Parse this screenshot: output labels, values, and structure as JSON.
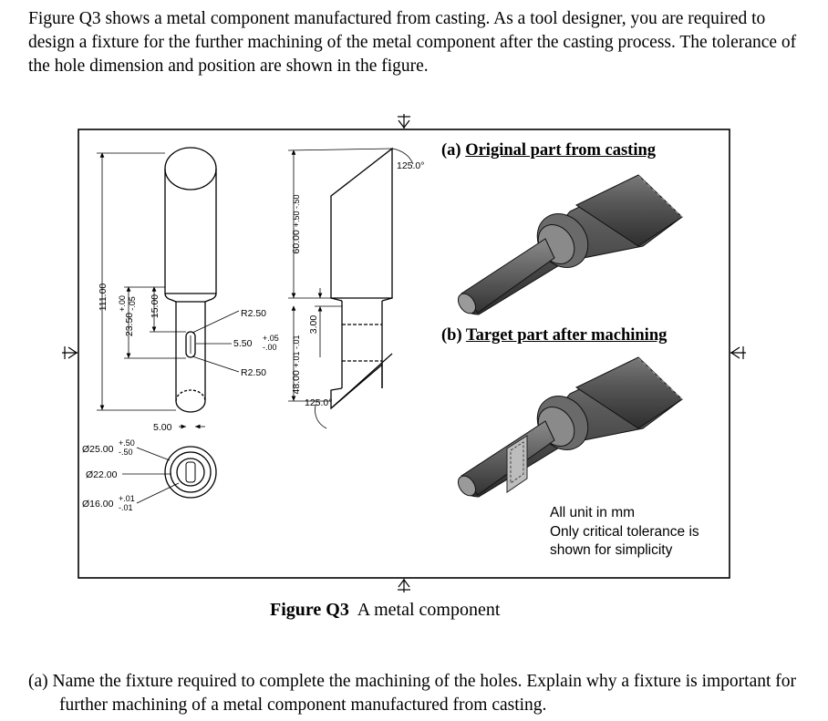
{
  "intro_text": "Figure Q3 shows a metal component manufactured from casting. As a tool designer, you are required to design a fixture for the further machining of the metal component after the casting process. The tolerance of the hole dimension and position are shown in the figure.",
  "figure": {
    "part_a_prefix": "(a)",
    "part_a_title": "Original part from casting",
    "part_b_prefix": "(b)",
    "part_b_title": "Target part after machining",
    "note_line1": "All unit in mm",
    "note_line2": "Only critical tolerance is",
    "note_line3": "shown for simplicity",
    "caption_bold": "Figure Q3",
    "caption_text": "A metal component",
    "dimensions": {
      "overall_length": "111.00",
      "hole_position": "23.50",
      "hole_position_tol_upper": "+.00",
      "hole_position_tol_lower": "-.05",
      "slot_length": "15.00",
      "radius_top": "R2.50",
      "slot_width": "5.50",
      "slot_width_tol_upper": "+.05",
      "slot_width_tol_lower": "-.00",
      "radius_bottom": "R2.50",
      "neck_width": "5.00",
      "side_length": "60.00",
      "side_length_tol": "+.50 -.50",
      "neck_depth": "3.00",
      "side_position": "48.00",
      "side_position_tol": "+.01 -.01",
      "angle_top": "125.0°",
      "angle_bottom": "125.0°",
      "dia_outer": "Ø25.00",
      "dia_outer_tol_upper": "+.50",
      "dia_outer_tol_lower": "-.50",
      "dia_mid": "Ø22.00",
      "dia_inner": "Ø16.00",
      "dia_inner_tol_upper": "+.01",
      "dia_inner_tol_lower": "-.01"
    }
  },
  "question_a": "(a) Name the fixture required to complete the machining of the holes. Explain why a fixture is important for further machining of a metal component manufactured from casting."
}
